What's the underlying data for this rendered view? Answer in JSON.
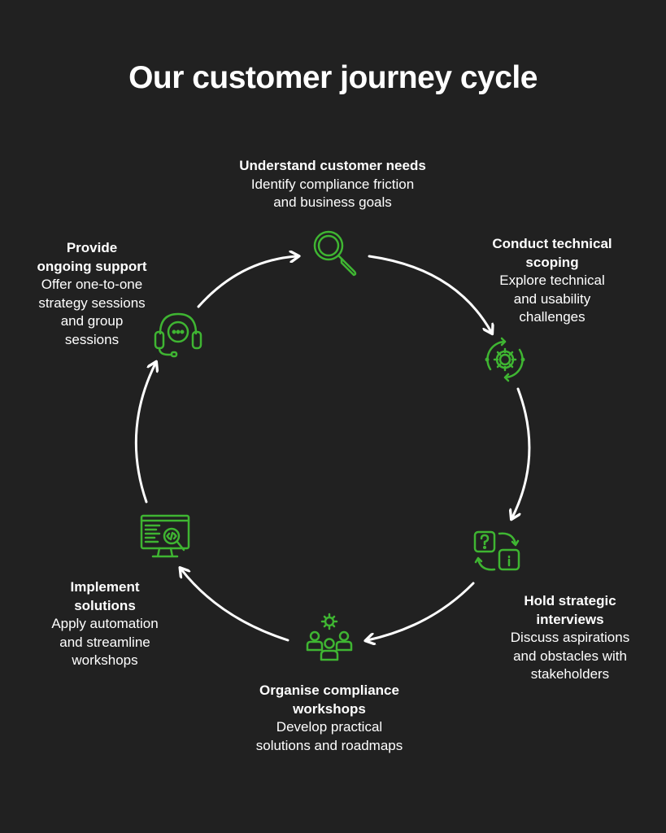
{
  "title": "Our customer journey cycle",
  "colors": {
    "background": "#212121",
    "text": "#ffffff",
    "icon": "#3fb532",
    "arrow": "#ffffff"
  },
  "steps": [
    {
      "id": "understand",
      "icon": "magnifier-icon",
      "heading": "Understand customer needs",
      "desc": [
        "Identify compliance friction",
        "and business goals"
      ]
    },
    {
      "id": "scoping",
      "icon": "gear-cycle-icon",
      "heading": [
        "Conduct technical",
        "scoping"
      ],
      "desc": [
        "Explore technical",
        "and usability",
        "challenges"
      ]
    },
    {
      "id": "interviews",
      "icon": "question-info-exchange-icon",
      "heading": [
        "Hold strategic",
        "interviews"
      ],
      "desc": [
        "Discuss aspirations",
        "and obstacles with",
        "stakeholders"
      ]
    },
    {
      "id": "workshops",
      "icon": "team-gear-icon",
      "heading": [
        "Organise compliance",
        "workshops"
      ],
      "desc": [
        "Develop practical",
        "solutions and roadmaps"
      ]
    },
    {
      "id": "implement",
      "icon": "code-monitor-icon",
      "heading": [
        "Implement",
        "solutions"
      ],
      "desc": [
        "Apply automation",
        "and streamline",
        "workshops"
      ]
    },
    {
      "id": "support",
      "icon": "headset-support-icon",
      "heading": [
        "Provide",
        "ongoing support"
      ],
      "desc": [
        "Offer one-to-one",
        "strategy sessions",
        "and group",
        "sessions"
      ]
    }
  ]
}
